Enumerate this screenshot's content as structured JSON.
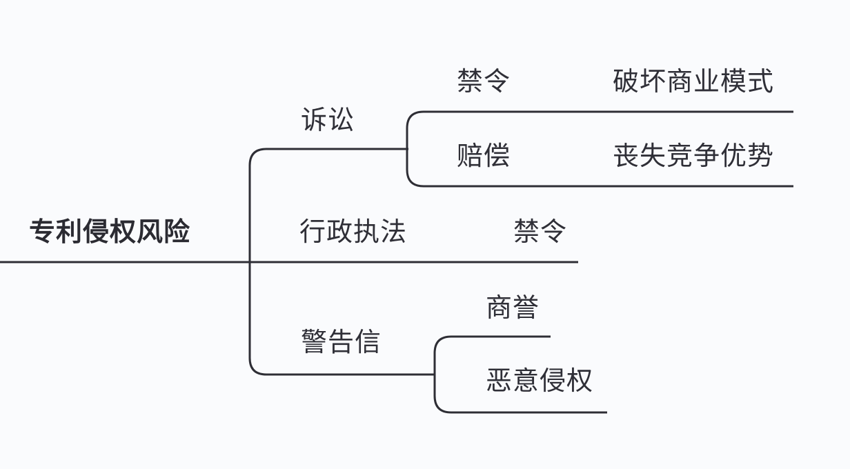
{
  "root": "专利侵权风险",
  "branches": {
    "litigation": {
      "label": "诉讼",
      "children": [
        {
          "label": "禁令",
          "effect": "破坏商业模式"
        },
        {
          "label": "赔偿",
          "effect": "丧失竞争优势"
        }
      ]
    },
    "administrative": {
      "label": "行政执法",
      "effect": "禁令"
    },
    "warning_letter": {
      "label": "警告信",
      "children": [
        {
          "label": "商誉"
        },
        {
          "label": "恶意侵权"
        }
      ]
    }
  },
  "colors": {
    "background": "#fafbfd",
    "line": "#2e2e35",
    "text": "#2f2f37"
  }
}
